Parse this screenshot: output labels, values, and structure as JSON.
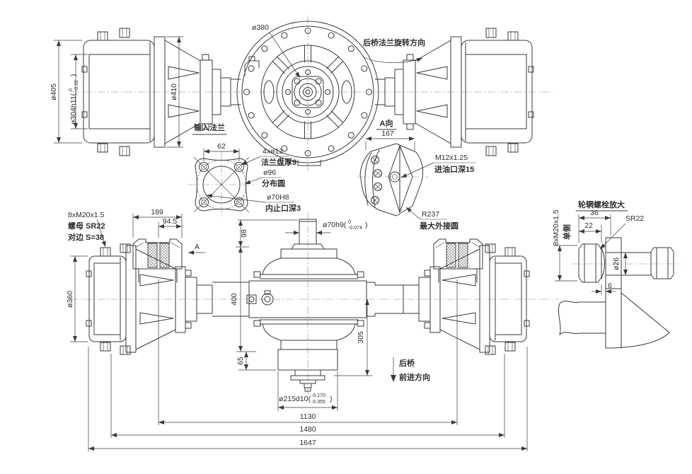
{
  "drawing": {
    "background": "#ffffff",
    "line_color": "#3a3a3a",
    "top_view": {
      "dia405": "ø405",
      "dia304_main": "ø304h11(",
      "dia304_sup": "0",
      "dia304_sub": "-0.32",
      "dia304_close": ")",
      "dia410": "ø410",
      "dia380": "ø380",
      "rotation_note": "后桥法兰旋转方向"
    },
    "input_flange_view": {
      "title": "输入法兰",
      "dim_62": "62",
      "bolt_label_line1": "4xø12",
      "bolt_label_line2": "法兰盘厚9",
      "circle_label_line1": "ø96",
      "circle_label_line2": "分布圆",
      "bore_label_line1": "ø70H8",
      "bore_label_line2": "内止口深3"
    },
    "view_a": {
      "title": "A向",
      "dim_167": "167",
      "oil_port_line1": "M12x1.25",
      "oil_port_line2": "进油口深15",
      "radius_line1": "R237",
      "radius_line2": "最大外接圆"
    },
    "plan_view": {
      "stud_note_line1": "8xM20x1.5",
      "stud_note_line2": "螺母 SR22",
      "stud_note_line3": "对边 S=38",
      "dia360": "ø360",
      "dim_189": "189",
      "dim_94_5": "94.5",
      "dim_98": "98",
      "dim_400": "400",
      "dim_305": "305",
      "dim_65": "65",
      "section_arrow": "A",
      "shaft_main": "ø70h9(",
      "shaft_sup": "0",
      "shaft_sub": "-0.074",
      "shaft_close": ")",
      "pilot_main": "ø215d10(",
      "pilot_sup": "-0.170",
      "pilot_sub": "-0.355",
      "pilot_close": ")",
      "direction_line1": "后桥",
      "direction_line2": "前进方向",
      "dim_1130": "1130",
      "dim_1480": "1480",
      "dim_1647": "1647"
    },
    "bolt_detail_view": {
      "title": "轮辋螺栓放大",
      "dim_36": "36",
      "dim_22": "22",
      "sphere_label": "SR22",
      "thread_label": "8xM20x1.5",
      "side_label": "单侧",
      "dia26": "ø26",
      "dim_6": "6"
    }
  }
}
